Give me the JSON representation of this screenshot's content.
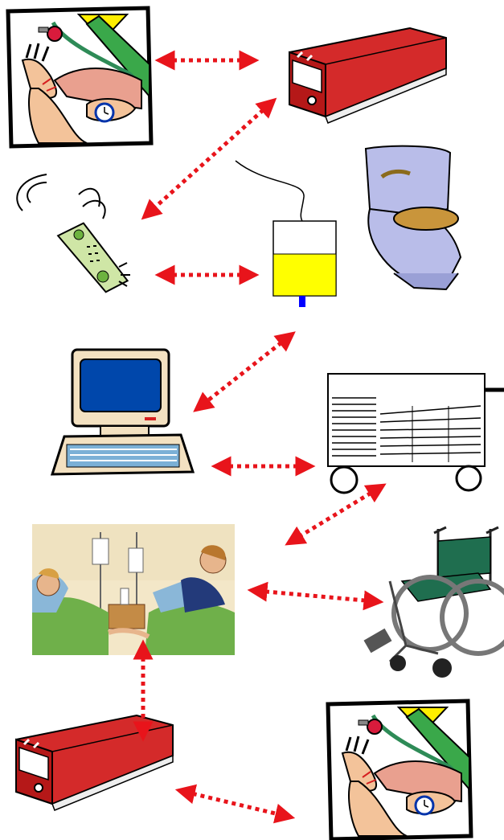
{
  "diagram": {
    "nodes": [
      {
        "id": "bp-check-top",
        "icon": "blood-pressure-icon"
      },
      {
        "id": "binder-top",
        "icon": "red-binder-icon"
      },
      {
        "id": "phone",
        "icon": "cordless-phone-icon"
      },
      {
        "id": "urine-bag",
        "icon": "urine-bag-icon"
      },
      {
        "id": "toilet",
        "icon": "toilet-icon"
      },
      {
        "id": "computer",
        "icon": "computer-icon"
      },
      {
        "id": "paper-cart",
        "icon": "paper-cart-icon"
      },
      {
        "id": "patients",
        "icon": "patients-in-beds-icon"
      },
      {
        "id": "wheelchair",
        "icon": "wheelchair-icon"
      },
      {
        "id": "binder-bottom",
        "icon": "red-binder-icon"
      },
      {
        "id": "bp-check-bottom",
        "icon": "blood-pressure-icon"
      }
    ],
    "connections": [
      {
        "from": "bp-check-top",
        "to": "binder-top"
      },
      {
        "from": "binder-top",
        "to": "phone"
      },
      {
        "from": "phone",
        "to": "urine-bag"
      },
      {
        "from": "urine-bag",
        "to": "computer"
      },
      {
        "from": "computer",
        "to": "paper-cart"
      },
      {
        "from": "paper-cart",
        "to": "patients"
      },
      {
        "from": "patients",
        "to": "wheelchair"
      },
      {
        "from": "patients",
        "to": "binder-bottom"
      },
      {
        "from": "binder-bottom",
        "to": "bp-check-bottom"
      }
    ],
    "colors": {
      "arrow": "#e8141b",
      "binder": "#d42a2a",
      "urine": "#ffff00",
      "screen": "#0047ab",
      "wheelchair_seat": "#1f6e4f",
      "toilet": "#b9bde9"
    }
  }
}
